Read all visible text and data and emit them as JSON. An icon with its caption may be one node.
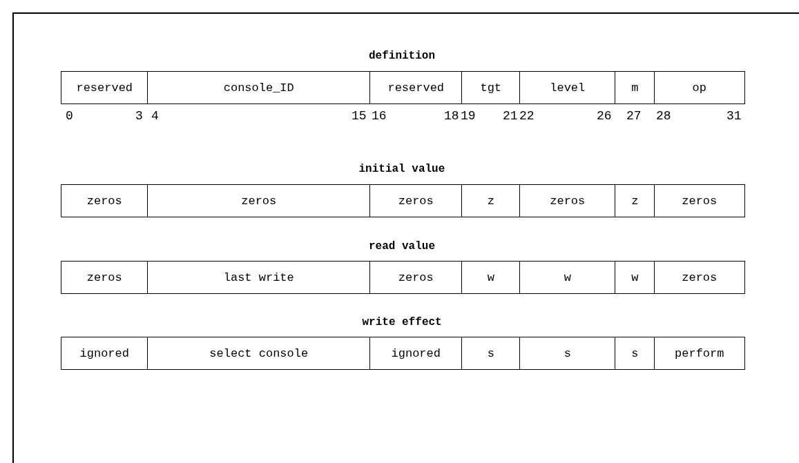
{
  "diagram": {
    "nodes": [
      {
        "text": [
          "reserved"
        ]
      },
      {
        "text": [
          "console_ID"
        ]
      },
      {
        "text": [
          "reserved"
        ]
      },
      {
        "text": [
          "tgt"
        ]
      },
      {
        "text": [
          "level"
        ]
      },
      {
        "text": [
          "m"
        ]
      },
      {
        "text": [
          "op"
        ]
      },
      {
        "text": [
          "zeros"
        ]
      },
      {
        "text": [
          "zeros"
        ]
      },
      {
        "text": [
          "zeros"
        ]
      },
      {
        "text": [
          "z"
        ]
      },
      {
        "text": [
          "zeros"
        ]
      },
      {
        "text": [
          "z"
        ]
      },
      {
        "text": [
          "zeros"
        ]
      },
      {
        "text": [
          "zeros"
        ]
      },
      {
        "text": [
          "last write"
        ]
      },
      {
        "text": [
          "zeros"
        ]
      },
      {
        "text": [
          "w"
        ]
      },
      {
        "text": [
          "w"
        ]
      },
      {
        "text": [
          "w"
        ]
      },
      {
        "text": [
          "zeros"
        ]
      },
      {
        "text": [
          "ignored"
        ]
      },
      {
        "text": [
          "select console"
        ]
      },
      {
        "text": [
          "ignored"
        ]
      },
      {
        "text": [
          "s"
        ]
      },
      {
        "text": [
          "s"
        ]
      },
      {
        "text": [
          "s"
        ]
      },
      {
        "text": [
          "perform"
        ]
      }
    ],
    "labels": [
      "definition",
      "0",
      "3",
      "4",
      "15",
      "16",
      "18",
      "19",
      "21",
      "22",
      "26",
      "27",
      "28",
      "31",
      "initial value",
      "read value",
      "write effect"
    ]
  }
}
